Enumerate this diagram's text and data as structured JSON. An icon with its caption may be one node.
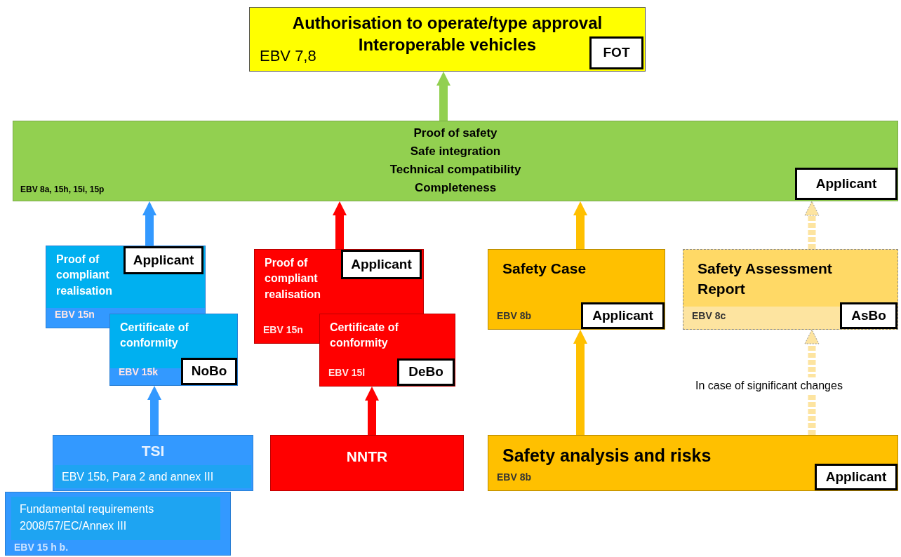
{
  "diagram": {
    "nodes": [
      {
        "text": [
          "Authorisation to operate/type approval Interoperable vehicles",
          "EBV 7,8"
        ]
      },
      {
        "text": [
          "FOT"
        ],
        "in": 0
      },
      {
        "text": [
          "Proof of safety",
          "Safe integration",
          "Technical compatibility",
          "EBV 8a, 15h, 15i, 15p",
          "Completeness"
        ]
      },
      {
        "text": [
          "Applicant"
        ],
        "in": 2
      },
      {
        "text": [
          "Proof of compliant realisation",
          "EBV 15n"
        ]
      },
      {
        "text": [
          "Applicant"
        ],
        "in": 4
      },
      {
        "text": [
          "Certificate of conformity",
          "EBV 15k"
        ]
      },
      {
        "text": [
          "NoBo"
        ],
        "in": 6
      },
      {
        "text": [
          "TSI",
          "EBV 15b, Para 2 and annex III"
        ]
      },
      {
        "text": [
          "Fundamental requirements 2008/57/EC/Annex III",
          "EBV 15 h b."
        ]
      },
      {
        "text": [
          "Proof of compliant realisation",
          "EBV 15n"
        ]
      },
      {
        "text": [
          "Applicant"
        ],
        "in": 10
      },
      {
        "text": [
          "Certificate of conformity",
          "EBV 15l"
        ]
      },
      {
        "text": [
          "DeBo"
        ],
        "in": 12
      },
      {
        "text": [
          "NNTR"
        ]
      },
      {
        "text": [
          "Safety Case",
          "EBV 8b"
        ]
      },
      {
        "text": [
          "Applicant"
        ],
        "in": 15
      },
      {
        "text": [
          "Safety Assessment Report",
          "EBV 8c"
        ]
      },
      {
        "text": [
          "AsBo"
        ],
        "in": 17
      },
      {
        "text": [
          "Safety analysis and risks",
          "EBV 8b"
        ]
      },
      {
        "text": [
          "Applicant"
        ],
        "in": 19
      }
    ],
    "edges": [
      {
        "from": 2,
        "to": 0,
        "arrow": "to",
        "color": "#92d050"
      },
      {
        "from": 4,
        "to": 2,
        "arrow": "to",
        "color": "#3399ff"
      },
      {
        "from": 8,
        "to": 6,
        "arrow": "to",
        "color": "#3399ff"
      },
      {
        "from": 10,
        "to": 2,
        "arrow": "to",
        "color": "#ff0000"
      },
      {
        "from": 14,
        "to": 12,
        "arrow": "to",
        "color": "#ff0000"
      },
      {
        "from": 15,
        "to": 2,
        "arrow": "to",
        "color": "#ffc000"
      },
      {
        "from": 19,
        "to": 15,
        "arrow": "to",
        "color": "#ffc000"
      },
      {
        "from": 17,
        "to": 2,
        "arrow": "to",
        "style": "dashed",
        "color": "#fde4a0"
      },
      {
        "from": 19,
        "to": 17,
        "arrow": "to",
        "style": "dashed",
        "color": "#fde4a0",
        "label": "In case of significant changes"
      }
    ]
  }
}
